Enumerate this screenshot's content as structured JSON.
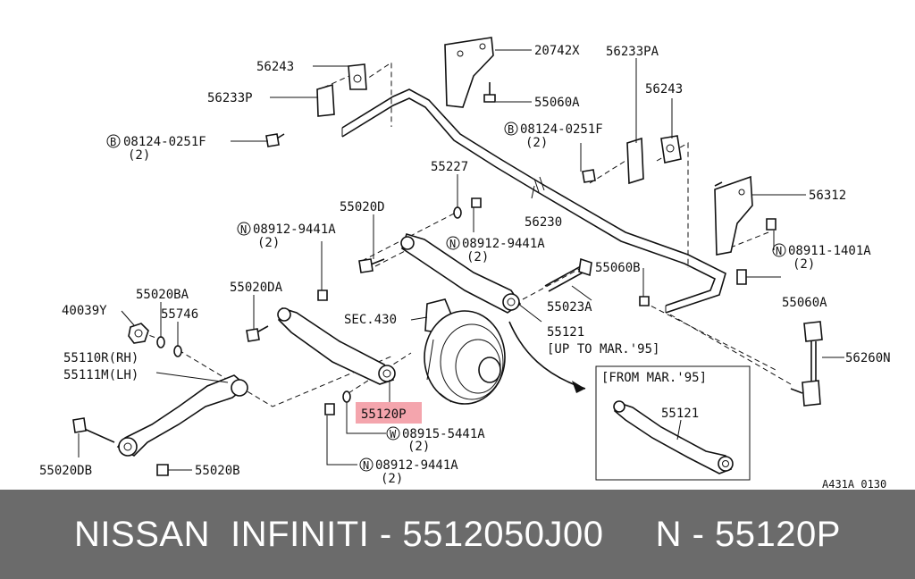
{
  "labels": {
    "p56243a": "56243",
    "p56233p": "56233P",
    "p08124a": "08124-0251F",
    "p08124a_qty": "(2)",
    "p20742x": "20742X",
    "p56233pa": "56233PA",
    "p55060a_top": "55060A",
    "p08124b": "08124-0251F",
    "p08124b_qty": "(2)",
    "p56243b": "56243",
    "p55227": "55227",
    "p55020d": "55020D",
    "p08912a": "08912-9441A",
    "p08912a_qty": "(2)",
    "p08912b": "08912-9441A",
    "p08912b_qty": "(2)",
    "p56230": "56230",
    "p56312": "56312",
    "p08911": "08911-1401A",
    "p08911_qty": "(2)",
    "p55020ba": "55020BA",
    "p55020da": "55020DA",
    "p55746": "55746",
    "p40039y": "40039Y",
    "p55060b": "55060B",
    "p55023a": "55023A",
    "p55060a_right": "55060A",
    "sec430": "SEC.430",
    "p55121": "55121",
    "p55121_note": "[UP TO MAR.'95]",
    "p55110r": "55110R(RH)",
    "p55111m": "55111M(LH)",
    "p56260n": "56260N",
    "p55120p": "55120P",
    "p08915": "08915-5441A",
    "p08915_qty": "(2)",
    "p08912c": "08912-9441A",
    "p08912c_qty": "(2)",
    "p55020db": "55020DB",
    "p55020b": "55020B",
    "inset_title": "[FROM MAR.'95]",
    "inset_part": "55121",
    "diagram_code": "A431A 0130"
  },
  "symbols": {
    "bolt_b": "B",
    "nut_n": "N",
    "washer_w": "W"
  },
  "highlight_color": "#f4a5ad",
  "footer": {
    "text": "NISSAN  INFINITI - 5512050J00     N - 55120P",
    "background": "#6b6b6b",
    "color": "#ffffff"
  }
}
